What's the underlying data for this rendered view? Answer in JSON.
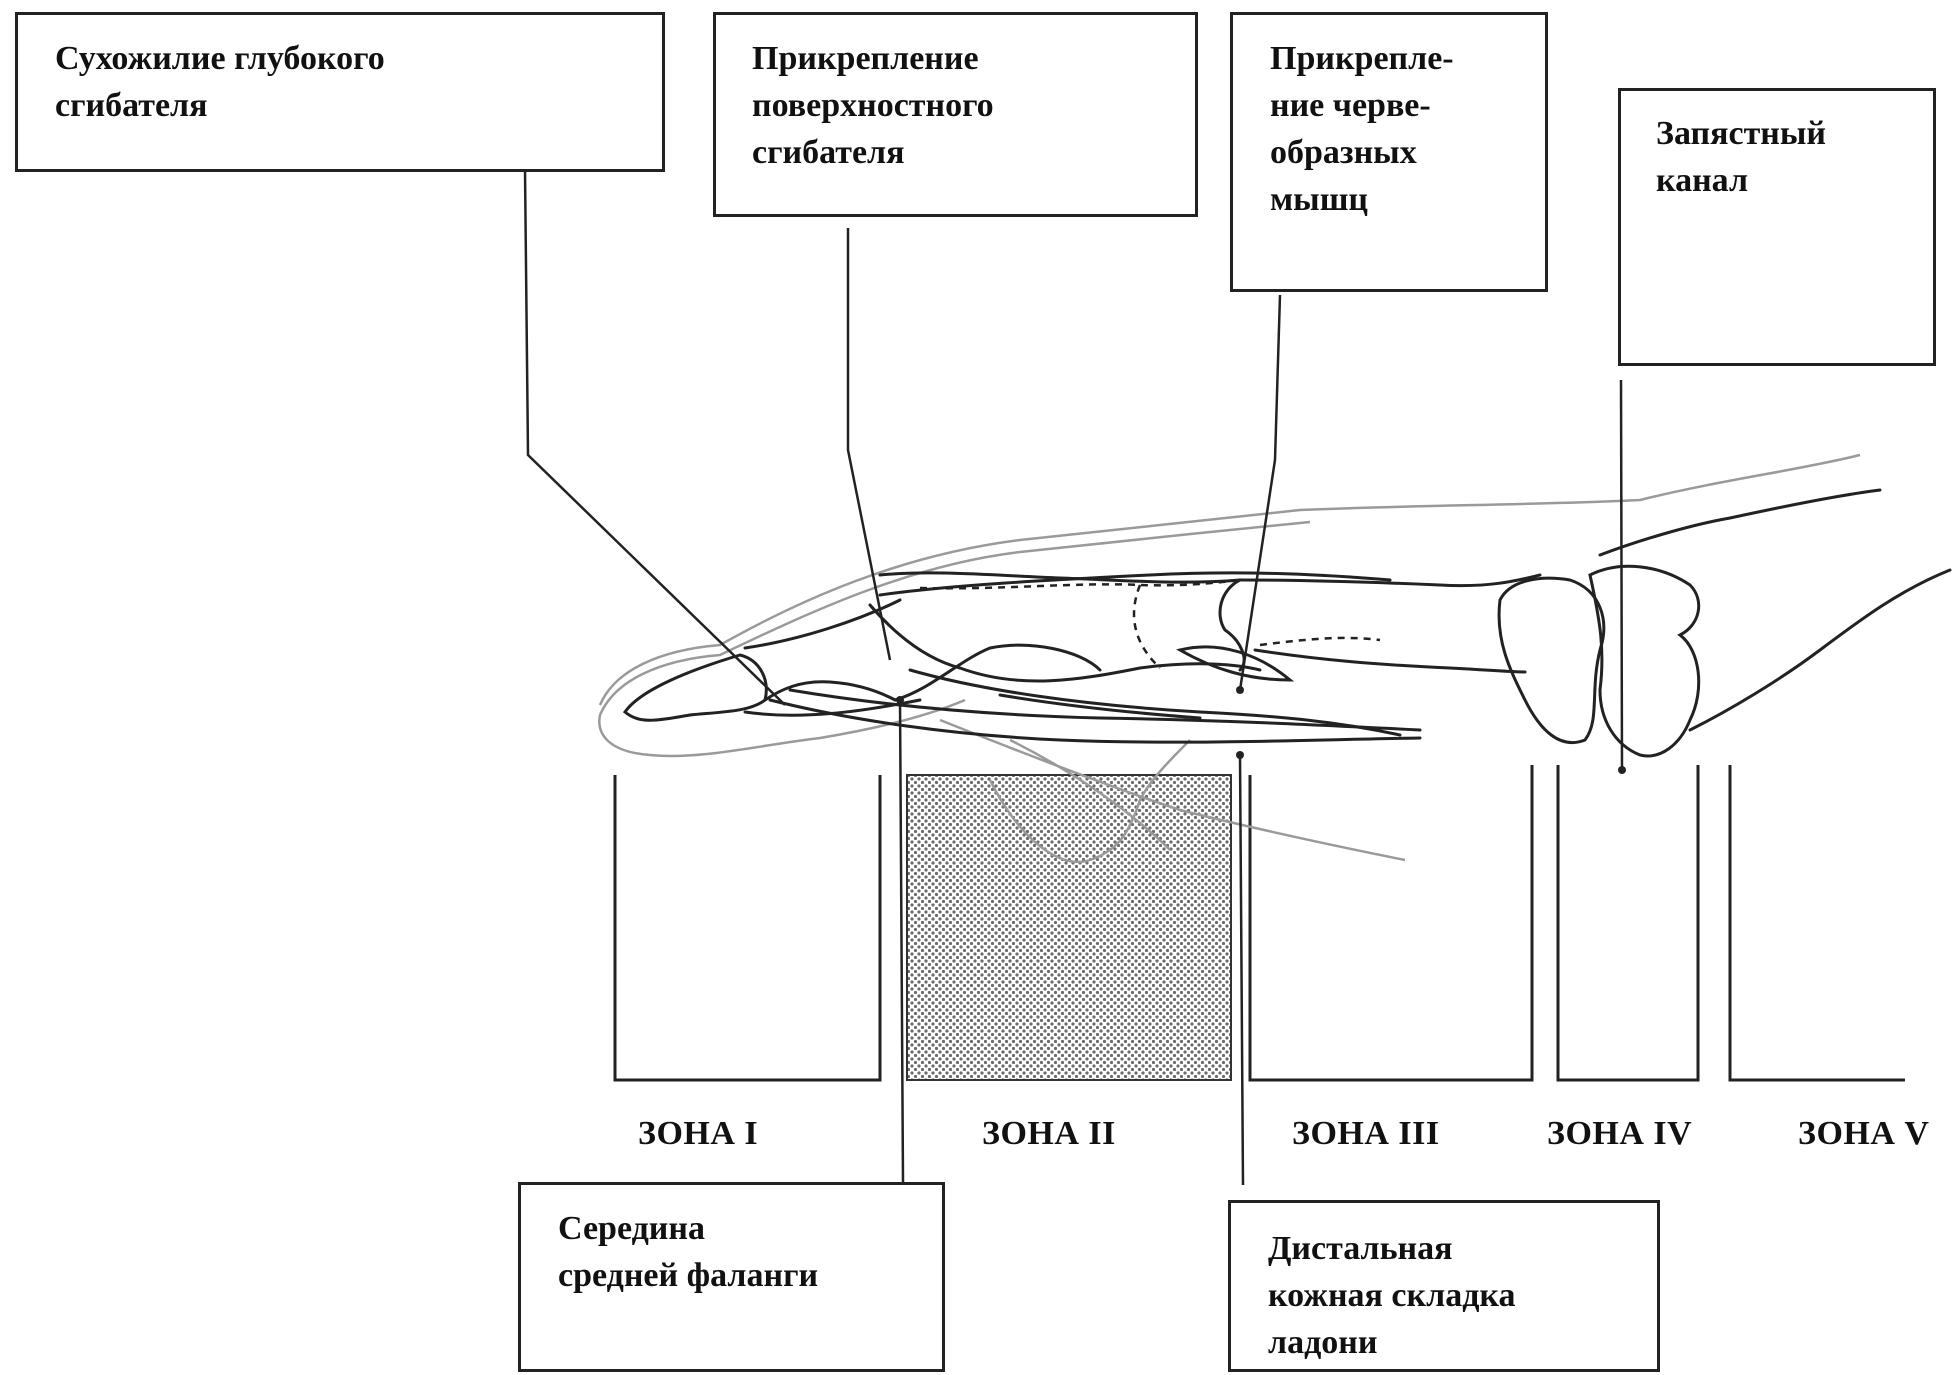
{
  "labels": {
    "deep_flexor": "Сухожилие глубокого\nсгибателя",
    "superficial_flexor": "Прикрепление\nповерхностного\nсгибателя",
    "lumbricals": "Прикрепле-\nние черве-\nобразных\nмышц",
    "carpal_tunnel": "Запястный\nканал",
    "middle_phalanx": "Середина\nсредней фаланги",
    "palm_crease": "Дистальная\nкожная складка\nладони"
  },
  "zones": [
    "ЗОНА I",
    "ЗОНА II",
    "ЗОНА III",
    "ЗОНА IV",
    "ЗОНА V"
  ],
  "highlighted_zone": "ЗОНА II",
  "colors": {
    "line": "#222222",
    "skin": "#9a9a9a",
    "dots": "#6b6b6b"
  }
}
